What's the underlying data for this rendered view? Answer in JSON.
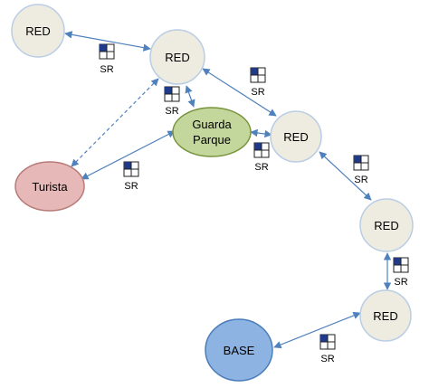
{
  "colors": {
    "red_node_fill": "#eeece1",
    "red_node_stroke": "#b9cde5",
    "guarda_fill": "#c3d69b",
    "guarda_stroke": "#77933c",
    "turista_fill": "#e6b9b8",
    "turista_stroke": "#b77b7a",
    "base_fill": "#8db3e2",
    "base_stroke": "#4a7ebb",
    "edge": "#4f81bd",
    "sr_dark": "#1f3a8a"
  },
  "nodes": {
    "red1": "RED",
    "red2": "RED",
    "red3": "RED",
    "red4": "RED",
    "red5": "RED",
    "guarda_line1": "Guarda",
    "guarda_line2": "Parque",
    "turista": "Turista",
    "base": "BASE"
  },
  "sr_icons": {
    "sr1": "SR",
    "sr2": "SR",
    "sr3": "SR",
    "sr4": "SR",
    "sr5": "SR",
    "sr6": "SR",
    "sr7": "SR",
    "sr8": "SR"
  }
}
